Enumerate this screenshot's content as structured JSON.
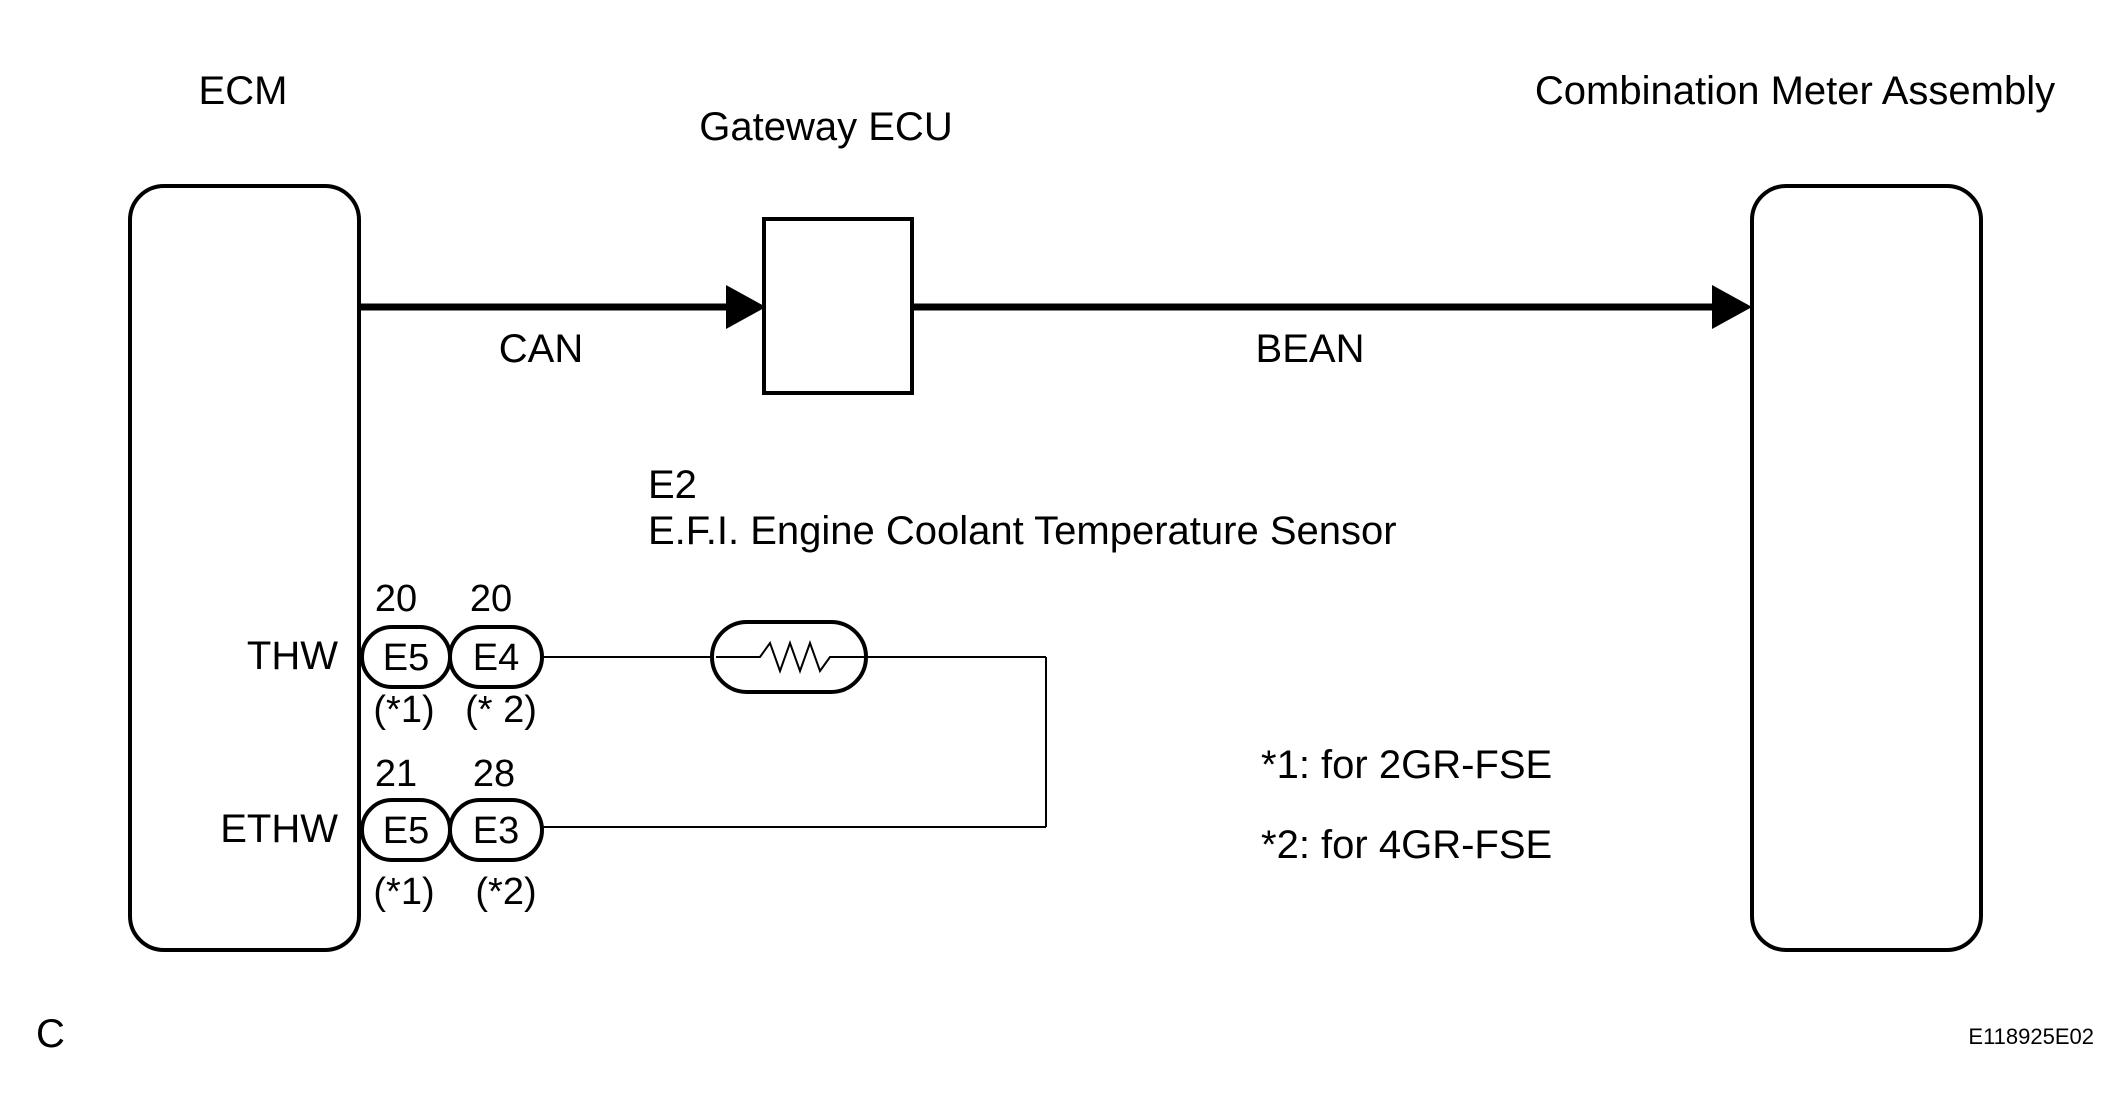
{
  "components": {
    "ecm": {
      "label": "ECM"
    },
    "gateway": {
      "label": "Gateway ECU"
    },
    "meter": {
      "label": "Combination Meter Assembly"
    },
    "sensor": {
      "code": "E2",
      "label": "E.F.I. Engine Coolant Temperature Sensor"
    }
  },
  "buses": {
    "can": "CAN",
    "bean": "BEAN"
  },
  "terminals": {
    "thw": {
      "signal": "THW",
      "pins": [
        {
          "connector": "E5",
          "pin": "20",
          "note": "(*1)"
        },
        {
          "connector": "E4",
          "pin": "20",
          "note": "(* 2)"
        }
      ]
    },
    "ethw": {
      "signal": "ETHW",
      "pins": [
        {
          "connector": "E5",
          "pin": "21",
          "note": "(*1)"
        },
        {
          "connector": "E3",
          "pin": "28",
          "note": "(*2)"
        }
      ]
    }
  },
  "notes": [
    "*1: for 2GR-FSE",
    "*2: for 4GR-FSE"
  ],
  "footer": {
    "left": "C",
    "right": "E118925E02"
  }
}
